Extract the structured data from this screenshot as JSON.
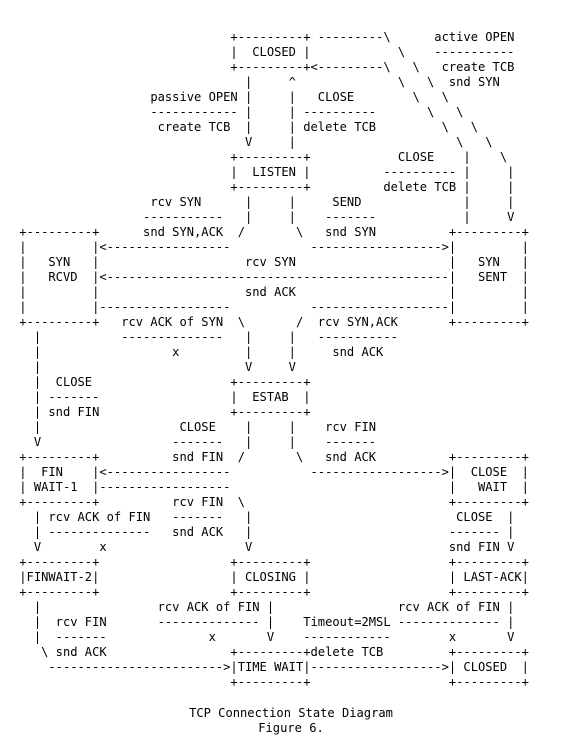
{
  "diagram": {
    "lines": [
      "                              +---------+ ---------\\      active OPEN",
      "                              |  CLOSED |            \\    -----------",
      "                              +---------+<---------\\   \\   create TCB",
      "                                |     ^              \\   \\  snd SYN",
      "                   passive OPEN |     |   CLOSE        \\   \\",
      "                   ------------ |     | ----------       \\   \\",
      "                    create TCB  |     | delete TCB         \\   \\",
      "                                V     |                      \\   \\",
      "                              +---------+            CLOSE    |    \\",
      "                              |  LISTEN |          ---------- |     |",
      "                              +---------+          delete TCB |     |",
      "                   rcv SYN      |     |     SEND              |     |",
      "                  -----------   |     |    -------            |     V",
      " +---------+      snd SYN,ACK  /       \\   snd SYN          +---------+",
      " |         |<-----------------           ------------------>|         |",
      " |   SYN   |                    rcv SYN                     |   SYN   |",
      " |   RCVD  |<-----------------------------------------------|   SENT  |",
      " |         |                    snd ACK                     |         |",
      " |         |------------------           -------------------|         |",
      " +---------+   rcv ACK of SYN  \\       /  rcv SYN,ACK       +---------+",
      "   |           --------------   |     |   -----------",
      "   |                  x         |     |     snd ACK",
      "   |                            V     V",
      "   |  CLOSE                   +---------+",
      "   | -------                  |  ESTAB  |",
      "   | snd FIN                  +---------+",
      "   |                   CLOSE    |     |    rcv FIN",
      "   V                  -------   |     |    -------",
      " +---------+          snd FIN  /       \\   snd ACK          +---------+",
      " |  FIN    |<-----------------           ------------------>|  CLOSE  |",
      " | WAIT-1  |------------------                              |   WAIT  |",
      " +---------+          rcv FIN  \\                            +---------+",
      "   | rcv ACK of FIN   -------   |                            CLOSE  |",
      "   | --------------   snd ACK   |                           ------- |",
      "   V        x                   V                           snd FIN V",
      " +---------+                  +---------+                   +---------+",
      " |FINWAIT-2|                  | CLOSING |                   | LAST-ACK|",
      " +---------+                  +---------+                   +---------+",
      "   |                rcv ACK of FIN |                 rcv ACK of FIN |",
      "   |  rcv FIN       -------------- |    Timeout=2MSL -------------- |",
      "   |  -------              x       V    ------------        x       V",
      "    \\ snd ACK                 +---------+delete TCB         +---------+",
      "     ------------------------>|TIME WAIT|------------------>| CLOSED  |",
      "                              +---------+                   +---------+"
    ]
  },
  "caption": {
    "line1": "TCP Connection State Diagram",
    "line2": "Figure 6."
  }
}
